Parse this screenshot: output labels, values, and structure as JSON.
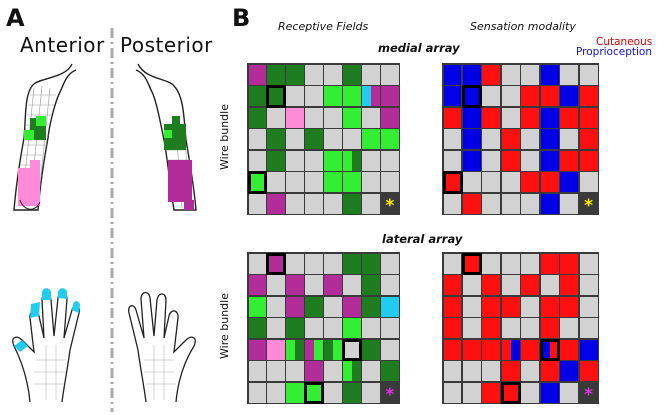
{
  "panel_a": {
    "letter": "A",
    "left_label": "Anterior",
    "right_label": "Posterior"
  },
  "panel_b": {
    "letter": "B",
    "col1_header": "Receptive Fields",
    "col2_header": "Sensation modality",
    "legend": {
      "cutaneous": "Cutaneous",
      "proprioception": "Proprioception"
    },
    "medial_title": "medial array",
    "lateral_title": "lateral array",
    "wire_label": "Wire bundle",
    "star": "*"
  },
  "colors": {
    "G": "#d2d2d2",
    "D": "#1e7d1e",
    "L": "#33ee33",
    "P": "#b22c9a",
    "K": "#ff8ad8",
    "C": "#22ccee",
    "R": "#ff1010",
    "B": "#0000e6",
    "X": "#3a3a3a"
  },
  "arrays": [
    {
      "name": "medial-rf",
      "rows": [
        "PDDGGDGG",
        "DDGGLLCP",
        "DGKGGLGP",
        "GDGDGGLL",
        "GDGGLDGG",
        "LGGGLLGG",
        "GPGGGDGX"
      ],
      "split": {
        "1-6": "CP",
        "4-5": "LD"
      },
      "highlights": [
        [
          1,
          1
        ],
        [
          5,
          0
        ]
      ],
      "star_color": "#ffee00"
    },
    {
      "name": "medial-mod",
      "rows": [
        "BBRGGBGG",
        "BBGGRRBR",
        "RBRGRBRR",
        "GBGRGBGR",
        "GBGRGBRR",
        "RGGGRRBG",
        "GRGGGBGX"
      ],
      "split": {},
      "highlights": [
        [
          1,
          1
        ],
        [
          5,
          0
        ]
      ],
      "star_color": "#ffee00"
    },
    {
      "name": "lateral-rf",
      "rows": [
        "GPGGGDDG",
        "PGPGPGDG",
        "LGPDGPDC",
        "DGDGGLGG",
        "PKDPDGDG",
        "GGGPGLGD",
        "GGLLGDGX"
      ],
      "split": {
        "4-1": "KK",
        "4-2": "LD",
        "4-3": "PL",
        "4-4": "DL",
        "5-5": "LD"
      },
      "highlights": [
        [
          0,
          1
        ],
        [
          4,
          5
        ],
        [
          6,
          3
        ]
      ],
      "star_color": "#e030e0"
    },
    {
      "name": "lateral-mod",
      "rows": [
        "GRGGGRRG",
        "RGRGRGRG",
        "RGRRGRRG",
        "RGRGGRGG",
        "RRRBRBRB",
        "GGGRGRBR",
        "GGRRGBGX"
      ],
      "split": {
        "4-3": "RB",
        "4-5": "BR"
      },
      "highlights": [
        [
          0,
          1
        ],
        [
          4,
          5
        ],
        [
          6,
          3
        ]
      ],
      "star_color": "#e030e0"
    }
  ]
}
